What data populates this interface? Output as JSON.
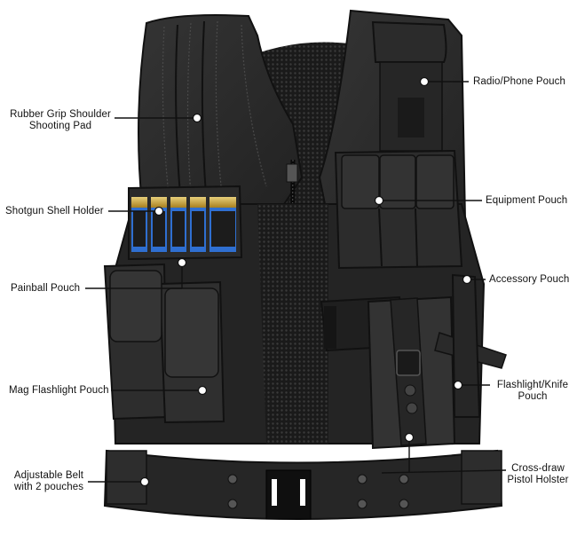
{
  "diagram": {
    "subject": "Tactical vest with labeled components",
    "colors": {
      "background": "#ffffff",
      "vest_dark": "#1c1c1c",
      "vest_mid": "#2e2e2e",
      "vest_light": "#3d3d3d",
      "shell_brass": "#c9a23a",
      "shell_blue": "#2f6fd1",
      "leader_line": "#111111",
      "marker_dot": "#ffffff"
    },
    "callouts": [
      {
        "id": "rubber-grip-shoulder-shooting-pad",
        "line1": "Rubber Grip Shoulder",
        "line2": "Shooting Pad",
        "side": "left",
        "dot": [
          222,
          133
        ]
      },
      {
        "id": "shotgun-shell-holder",
        "line1": "Shotgun Shell Holder",
        "line2": "",
        "side": "left",
        "dot": [
          179,
          238
        ]
      },
      {
        "id": "painball-pouch",
        "line1": "Painball Pouch",
        "line2": "",
        "side": "left",
        "dot": [
          205,
          296
        ]
      },
      {
        "id": "mag-flashlight-pouch",
        "line1": "Mag Flashlight Pouch",
        "line2": "",
        "side": "left",
        "dot": [
          228,
          440
        ]
      },
      {
        "id": "adjustable-belt",
        "line1": "Adjustable Belt",
        "line2": "with 2 pouches",
        "side": "left",
        "dot": [
          163,
          543
        ]
      },
      {
        "id": "radio-phone-pouch",
        "line1": "Radio/Phone Pouch",
        "line2": "",
        "side": "right",
        "dot": [
          478,
          92
        ]
      },
      {
        "id": "equipment-pouch",
        "line1": "Equipment Pouch",
        "line2": "",
        "side": "right",
        "dot": [
          427,
          226
        ]
      },
      {
        "id": "accessory-pouch",
        "line1": "Accessory Pouch",
        "line2": "",
        "side": "right",
        "dot": [
          526,
          315
        ]
      },
      {
        "id": "flashlight-knife-pouch",
        "line1": "Flashlight/Knife",
        "line2": "Pouch",
        "side": "right",
        "dot": [
          516,
          434
        ]
      },
      {
        "id": "cross-draw-pistol-holster",
        "line1": "Cross-draw",
        "line2": "Pistol Holster",
        "side": "right",
        "dot": [
          461,
          493
        ]
      }
    ]
  }
}
